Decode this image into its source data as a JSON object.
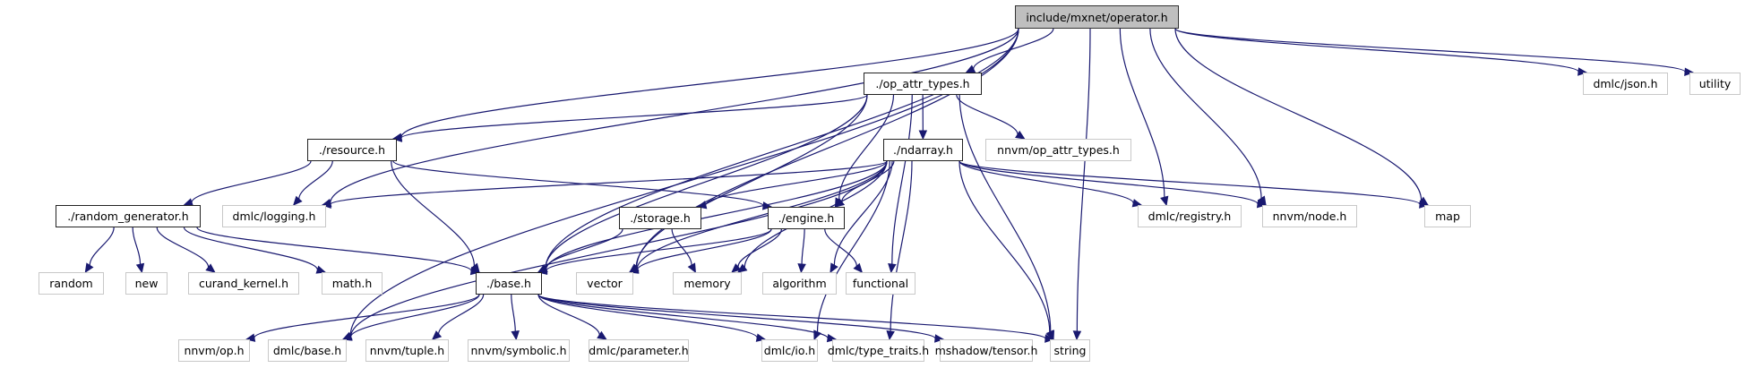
{
  "title": "include/mxnet/operator.h",
  "edge_color": "#191970",
  "root_fill": "#bfbfbf",
  "nodes": [
    {
      "id": "operator",
      "label": "include/mxnet/operator.h",
      "kind": "root"
    },
    {
      "id": "op_attr_types",
      "label": "./op_attr_types.h",
      "kind": "internal"
    },
    {
      "id": "dmlc_json",
      "label": "dmlc/json.h",
      "kind": "external"
    },
    {
      "id": "utility",
      "label": "utility",
      "kind": "external"
    },
    {
      "id": "resource",
      "label": "./resource.h",
      "kind": "internal"
    },
    {
      "id": "ndarray",
      "label": "./ndarray.h",
      "kind": "internal"
    },
    {
      "id": "nnvm_op_attr_types",
      "label": "nnvm/op_attr_types.h",
      "kind": "external"
    },
    {
      "id": "random_generator",
      "label": "./random_generator.h",
      "kind": "internal"
    },
    {
      "id": "dmlc_logging",
      "label": "dmlc/logging.h",
      "kind": "external"
    },
    {
      "id": "storage",
      "label": "./storage.h",
      "kind": "internal"
    },
    {
      "id": "engine",
      "label": "./engine.h",
      "kind": "internal"
    },
    {
      "id": "dmlc_registry",
      "label": "dmlc/registry.h",
      "kind": "external"
    },
    {
      "id": "nnvm_node",
      "label": "nnvm/node.h",
      "kind": "external"
    },
    {
      "id": "map",
      "label": "map",
      "kind": "external"
    },
    {
      "id": "random",
      "label": "random",
      "kind": "external"
    },
    {
      "id": "new",
      "label": "new",
      "kind": "external"
    },
    {
      "id": "curand_kernel",
      "label": "curand_kernel.h",
      "kind": "external"
    },
    {
      "id": "math",
      "label": "math.h",
      "kind": "external"
    },
    {
      "id": "base",
      "label": "./base.h",
      "kind": "internal"
    },
    {
      "id": "vector",
      "label": "vector",
      "kind": "external"
    },
    {
      "id": "memory",
      "label": "memory",
      "kind": "external"
    },
    {
      "id": "algorithm",
      "label": "algorithm",
      "kind": "external"
    },
    {
      "id": "functional",
      "label": "functional",
      "kind": "external"
    },
    {
      "id": "nnvm_op",
      "label": "nnvm/op.h",
      "kind": "external"
    },
    {
      "id": "dmlc_base",
      "label": "dmlc/base.h",
      "kind": "external"
    },
    {
      "id": "nnvm_tuple",
      "label": "nnvm/tuple.h",
      "kind": "external"
    },
    {
      "id": "nnvm_symbolic",
      "label": "nnvm/symbolic.h",
      "kind": "external"
    },
    {
      "id": "dmlc_parameter",
      "label": "dmlc/parameter.h",
      "kind": "external"
    },
    {
      "id": "dmlc_io",
      "label": "dmlc/io.h",
      "kind": "external"
    },
    {
      "id": "dmlc_type_traits",
      "label": "dmlc/type_traits.h",
      "kind": "external"
    },
    {
      "id": "mshadow_tensor",
      "label": "mshadow/tensor.h",
      "kind": "external"
    },
    {
      "id": "string",
      "label": "string",
      "kind": "external"
    }
  ],
  "edges": [
    [
      "operator",
      "op_attr_types"
    ],
    [
      "operator",
      "dmlc_json"
    ],
    [
      "operator",
      "utility"
    ],
    [
      "operator",
      "resource"
    ],
    [
      "operator",
      "dmlc_logging"
    ],
    [
      "operator",
      "base"
    ],
    [
      "operator",
      "vector"
    ],
    [
      "operator",
      "dmlc_registry"
    ],
    [
      "operator",
      "nnvm_node"
    ],
    [
      "operator",
      "map"
    ],
    [
      "operator",
      "string"
    ],
    [
      "operator",
      "dmlc_base"
    ],
    [
      "op_attr_types",
      "ndarray"
    ],
    [
      "op_attr_types",
      "nnvm_op_attr_types"
    ],
    [
      "op_attr_types",
      "resource"
    ],
    [
      "op_attr_types",
      "engine"
    ],
    [
      "op_attr_types",
      "base"
    ],
    [
      "op_attr_types",
      "vector"
    ],
    [
      "op_attr_types",
      "functional"
    ],
    [
      "op_attr_types",
      "string"
    ],
    [
      "resource",
      "random_generator"
    ],
    [
      "resource",
      "dmlc_logging"
    ],
    [
      "resource",
      "base"
    ],
    [
      "resource",
      "engine"
    ],
    [
      "ndarray",
      "storage"
    ],
    [
      "ndarray",
      "engine"
    ],
    [
      "ndarray",
      "dmlc_logging"
    ],
    [
      "ndarray",
      "dmlc_registry"
    ],
    [
      "ndarray",
      "nnvm_node"
    ],
    [
      "ndarray",
      "map"
    ],
    [
      "ndarray",
      "base"
    ],
    [
      "ndarray",
      "vector"
    ],
    [
      "ndarray",
      "memory"
    ],
    [
      "ndarray",
      "algorithm"
    ],
    [
      "ndarray",
      "dmlc_base"
    ],
    [
      "ndarray",
      "dmlc_io"
    ],
    [
      "ndarray",
      "dmlc_type_traits"
    ],
    [
      "ndarray",
      "string"
    ],
    [
      "random_generator",
      "random"
    ],
    [
      "random_generator",
      "new"
    ],
    [
      "random_generator",
      "curand_kernel"
    ],
    [
      "random_generator",
      "math"
    ],
    [
      "random_generator",
      "base"
    ],
    [
      "storage",
      "base"
    ],
    [
      "storage",
      "memory"
    ],
    [
      "engine",
      "base"
    ],
    [
      "engine",
      "vector"
    ],
    [
      "engine",
      "memory"
    ],
    [
      "engine",
      "algorithm"
    ],
    [
      "engine",
      "functional"
    ],
    [
      "base",
      "nnvm_op"
    ],
    [
      "base",
      "dmlc_base"
    ],
    [
      "base",
      "nnvm_tuple"
    ],
    [
      "base",
      "nnvm_symbolic"
    ],
    [
      "base",
      "dmlc_parameter"
    ],
    [
      "base",
      "dmlc_io"
    ],
    [
      "base",
      "dmlc_type_traits"
    ],
    [
      "base",
      "mshadow_tensor"
    ],
    [
      "base",
      "string"
    ]
  ]
}
